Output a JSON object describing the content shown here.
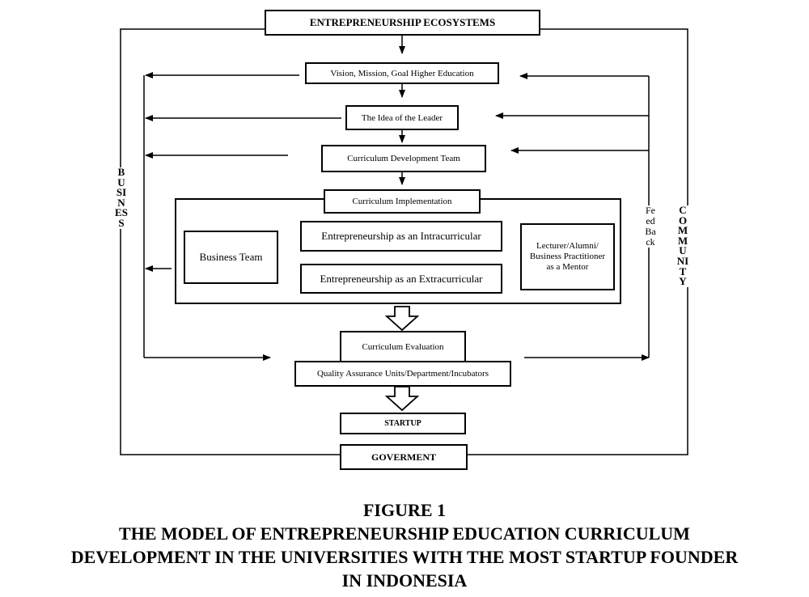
{
  "diagram": {
    "top_title": "ENTREPRENEURSHIP ECOSYSTEMS",
    "vision": "Vision, Mission, Goal Higher Education",
    "leader": "The Idea of the Leader",
    "curriculum_team": "Curriculum  Development  Team",
    "implementation": "Curriculum  Implementation",
    "business_team": "Business Team",
    "intracurricular": "Entrepreneurship as an Intracurricular",
    "extracurricular": "Entrepreneurship as an Extracurricular",
    "mentor": "Lecturer/Alumni/ Business Practitioner  as a Mentor",
    "evaluation": "Curriculum  Evaluation",
    "quality": "Quality Assurance Units/Department/Incubators",
    "startup": "STARTUP",
    "government": "GOVERMENT",
    "business_side": "BUSINESS",
    "feedback_side": "Feed  Back",
    "community_side": "COMMUNITY"
  },
  "figure": {
    "number": "FIGURE 1",
    "caption_line1": "THE MODEL OF ENTREPRENEURSHIP EDUCATION CURRICULUM",
    "caption_line2": "DEVELOPMENT IN THE UNIVERSITIES WITH THE MOST STARTUP FOUNDER",
    "caption_line3": "IN INDONESIA"
  }
}
